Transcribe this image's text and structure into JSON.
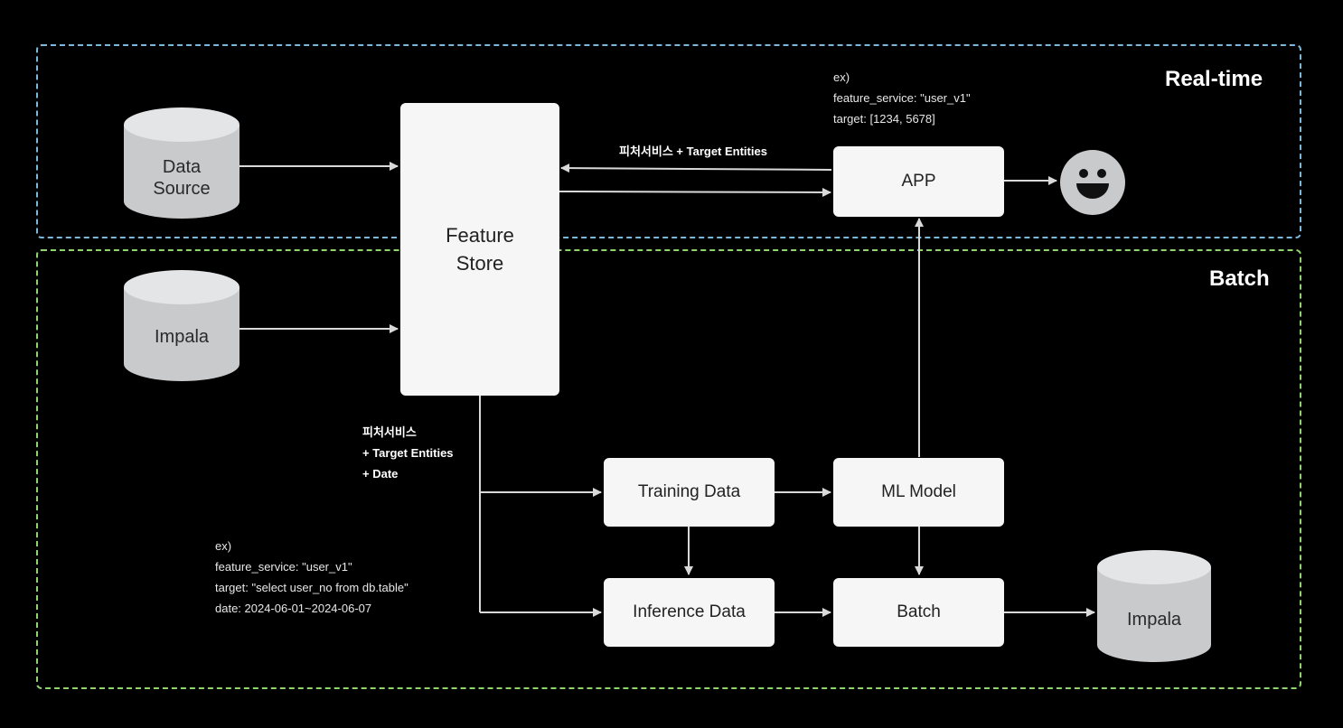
{
  "zones": {
    "realtime_label": "Real-time",
    "batch_label": "Batch"
  },
  "nodes": {
    "data_source": [
      "Data",
      "Source"
    ],
    "impala_left": "Impala",
    "feature_store": [
      "Feature",
      "Store"
    ],
    "app": "APP",
    "training_data": "Training Data",
    "ml_model": "ML Model",
    "inference_data": "Inference Data",
    "batch": "Batch",
    "impala_right": "Impala"
  },
  "annotations": {
    "realtime_example": [
      "ex)",
      "feature_service: \"user_v1\"",
      "target: [1234, 5678]"
    ],
    "realtime_request": "피처서비스 + Target Entities",
    "batch_request": [
      "피처서비스",
      "+ Target Entities",
      "+ Date"
    ],
    "batch_example": [
      "ex)",
      "feature_service: \"user_v1\"",
      "target: \"select user_no from db.table\"",
      "date: 2024-06-01~2024-06-07"
    ]
  },
  "icons": {
    "user": "smiley-icon"
  },
  "colors": {
    "realtime_border": "#7cb7dc",
    "batch_border": "#8fd46e",
    "node_fill": "#f6f6f6",
    "cylinder_fill": "#c9cacc",
    "arrow": "#d9d9d9"
  }
}
